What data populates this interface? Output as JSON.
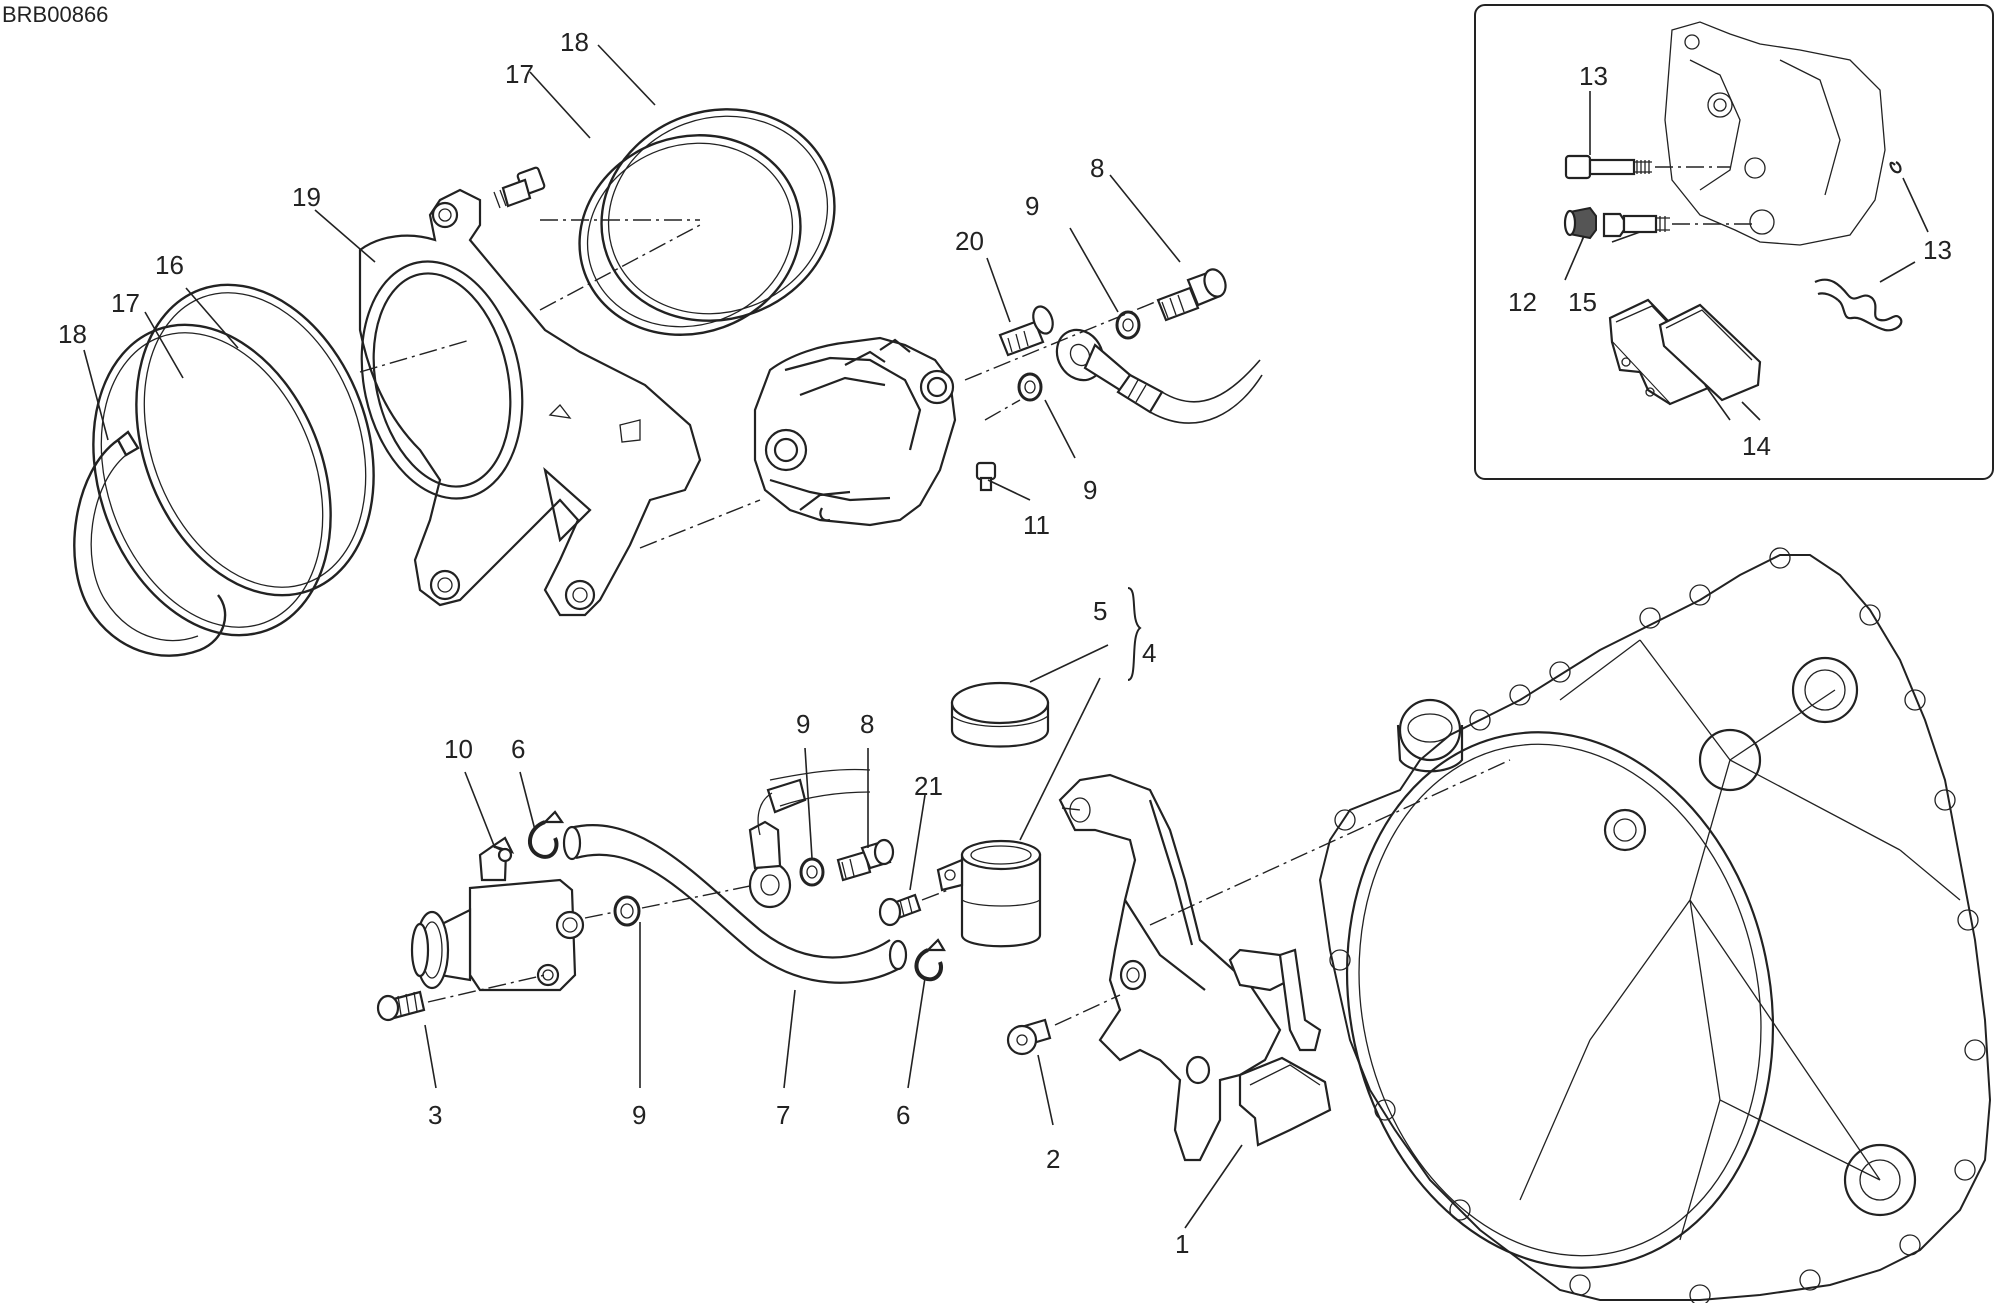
{
  "diagram_code": "BRB00866",
  "callouts": [
    {
      "id": "c1",
      "label": "1"
    },
    {
      "id": "c2",
      "label": "2"
    },
    {
      "id": "c3",
      "label": "3"
    },
    {
      "id": "c4",
      "label": "4"
    },
    {
      "id": "c5",
      "label": "5"
    },
    {
      "id": "c6a",
      "label": "6"
    },
    {
      "id": "c6b",
      "label": "6"
    },
    {
      "id": "c7",
      "label": "7"
    },
    {
      "id": "c8a",
      "label": "8"
    },
    {
      "id": "c8b",
      "label": "8"
    },
    {
      "id": "c9a",
      "label": "9"
    },
    {
      "id": "c9b",
      "label": "9"
    },
    {
      "id": "c9c",
      "label": "9"
    },
    {
      "id": "c9d",
      "label": "9"
    },
    {
      "id": "c10",
      "label": "10"
    },
    {
      "id": "c11",
      "label": "11"
    },
    {
      "id": "c12",
      "label": "12"
    },
    {
      "id": "c13a",
      "label": "13"
    },
    {
      "id": "c13b",
      "label": "13"
    },
    {
      "id": "c14",
      "label": "14"
    },
    {
      "id": "c15",
      "label": "15"
    },
    {
      "id": "c16",
      "label": "16"
    },
    {
      "id": "c17a",
      "label": "17"
    },
    {
      "id": "c17b",
      "label": "17"
    },
    {
      "id": "c18a",
      "label": "18"
    },
    {
      "id": "c18b",
      "label": "18"
    },
    {
      "id": "c19",
      "label": "19"
    },
    {
      "id": "c20",
      "label": "20"
    },
    {
      "id": "c21",
      "label": "21"
    }
  ]
}
